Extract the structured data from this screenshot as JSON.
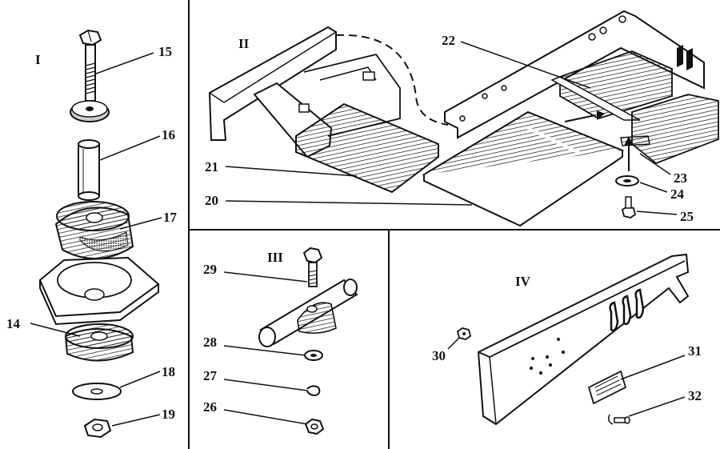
{
  "sections": {
    "I": "I",
    "II": "II",
    "III": "III",
    "IV": "IV"
  },
  "callouts": {
    "c14": "14",
    "c15": "15",
    "c16": "16",
    "c17": "17",
    "c18": "18",
    "c19": "19",
    "c20": "20",
    "c21": "21",
    "c22": "22",
    "c23": "23",
    "c24": "24",
    "c25": "25",
    "c26": "26",
    "c27": "27",
    "c28": "28",
    "c29": "29",
    "c30": "30",
    "c31": "31",
    "c32": "32"
  },
  "colors": {
    "ink": "#111111",
    "paper": "#ffffff"
  }
}
